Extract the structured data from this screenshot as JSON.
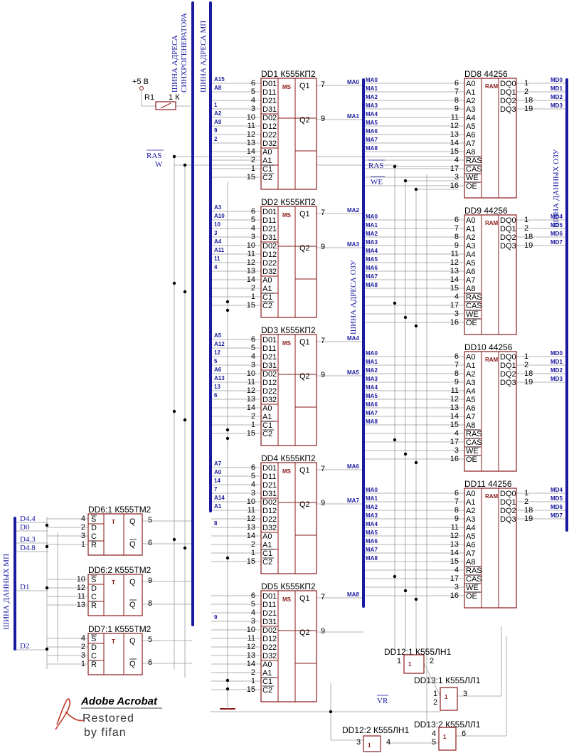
{
  "colors": {
    "bus": "#1a1aa0",
    "chip": "#8b1a1a",
    "wire": "#9a9a9a",
    "text": "#000000",
    "logo": "#c0392b"
  },
  "bus_labels": {
    "sync_gen": [
      "ШИНА АДРЕСА",
      "СИНХРОГЕНЕРАТОРА"
    ],
    "mp_addr": "ШИНА АДРЕСА МП",
    "ram_addr": "ШИНА АДРЕСА ОЗУ",
    "ram_data": "ШИНА ДАННЫХ ОЗУ",
    "mp_data": "ШИНА ДАННЫХ МП"
  },
  "power": {
    "label": "+5 В",
    "resistor": "R1",
    "value": "1 К"
  },
  "signals": {
    "ras": "RAS",
    "w": "W",
    "ras_ram": "RAS",
    "we": "WE",
    "vr": "VR"
  },
  "mux_chips": [
    {
      "ref": "DD1",
      "type": "К555КП2",
      "func": "MS",
      "in_nets": [
        "A15",
        "A8",
        "",
        "1",
        "A2",
        "A9",
        "9",
        "2",
        "",
        "",
        "",
        ""
      ],
      "in_pins": [
        "6",
        "5",
        "4",
        "3",
        "10",
        "11",
        "12",
        "13",
        "14",
        "2",
        "1",
        "15"
      ],
      "in_lbls": [
        "D01",
        "D11",
        "D21",
        "D31",
        "D02",
        "D12",
        "D22",
        "D32",
        "A0",
        "A1",
        "C1",
        "C2"
      ],
      "outs": [
        {
          "lbl": "Q1",
          "pin": "7",
          "net": "MA0"
        },
        {
          "lbl": "Q2",
          "pin": "9",
          "net": "MA1"
        }
      ]
    },
    {
      "ref": "DD2",
      "type": "К555КП2",
      "func": "MS",
      "in_nets": [
        "A3",
        "A10",
        "10",
        "3",
        "A4",
        "A11",
        "11",
        "4",
        "",
        "",
        "",
        ""
      ],
      "in_pins": [
        "6",
        "5",
        "4",
        "3",
        "10",
        "11",
        "12",
        "13",
        "14",
        "2",
        "1",
        "15"
      ],
      "in_lbls": [
        "D01",
        "D11",
        "D21",
        "D31",
        "D02",
        "D12",
        "D22",
        "D32",
        "A0",
        "A1",
        "C1",
        "C2"
      ],
      "outs": [
        {
          "lbl": "Q1",
          "pin": "7",
          "net": "MA2"
        },
        {
          "lbl": "Q2",
          "pin": "9",
          "net": "MA3"
        }
      ]
    },
    {
      "ref": "DD3",
      "type": "К555КП2",
      "func": "MS",
      "in_nets": [
        "A5",
        "A12",
        "12",
        "5",
        "A6",
        "A13",
        "13",
        "6",
        "",
        "",
        "",
        ""
      ],
      "in_pins": [
        "6",
        "5",
        "4",
        "3",
        "10",
        "11",
        "12",
        "13",
        "14",
        "2",
        "1",
        "15"
      ],
      "in_lbls": [
        "D01",
        "D11",
        "D21",
        "D31",
        "D02",
        "D12",
        "D22",
        "D32",
        "A0",
        "A1",
        "C1",
        "C2"
      ],
      "outs": [
        {
          "lbl": "Q1",
          "pin": "7",
          "net": "MA4"
        },
        {
          "lbl": "Q2",
          "pin": "9",
          "net": "MA5"
        }
      ]
    },
    {
      "ref": "DD4",
      "type": "К555КП2",
      "func": "MS",
      "in_nets": [
        "A7",
        "A0",
        "14",
        "7",
        "A14",
        "A1",
        "",
        "8",
        "",
        "",
        "",
        ""
      ],
      "in_pins": [
        "6",
        "5",
        "4",
        "3",
        "10",
        "11",
        "12",
        "13",
        "14",
        "2",
        "1",
        "15"
      ],
      "in_lbls": [
        "D01",
        "D11",
        "D21",
        "D31",
        "D02",
        "D12",
        "D22",
        "D32",
        "A0",
        "A1",
        "C1",
        "C2"
      ],
      "outs": [
        {
          "lbl": "Q1",
          "pin": "7",
          "net": "MA6"
        },
        {
          "lbl": "Q2",
          "pin": "9",
          "net": "MA7"
        }
      ]
    },
    {
      "ref": "DD5",
      "type": "К555КП2",
      "func": "MS",
      "in_nets": [
        "",
        "",
        "",
        "9",
        "",
        "",
        "",
        "",
        "",
        "",
        "",
        ""
      ],
      "in_pins": [
        "6",
        "5",
        "4",
        "3",
        "10",
        "11",
        "12",
        "13",
        "14",
        "2",
        "1",
        "15"
      ],
      "in_lbls": [
        "D01",
        "D11",
        "D21",
        "D31",
        "D02",
        "D12",
        "D22",
        "D32",
        "A0",
        "A1",
        "C1",
        "C2"
      ],
      "outs": [
        {
          "lbl": "Q1",
          "pin": "7",
          "net": "MA8"
        },
        {
          "lbl": "Q2",
          "pin": "9",
          "net": ""
        }
      ]
    }
  ],
  "ram_chips": [
    {
      "ref": "DD8",
      "type": "44256",
      "func": "RAM",
      "in_nets": [
        "MA0",
        "MA1",
        "MA2",
        "MA3",
        "MA4",
        "MA5",
        "MA6",
        "MA7",
        "MA8"
      ],
      "in_pins": [
        "6",
        "7",
        "8",
        "9",
        "11",
        "12",
        "13",
        "14",
        "15",
        "4",
        "17",
        "3",
        "16"
      ],
      "in_lbls": [
        "A0",
        "A1",
        "A2",
        "A3",
        "A4",
        "A5",
        "A6",
        "A7",
        "A8",
        "RAS",
        "CAS",
        "WE",
        "OE"
      ],
      "out_lbls": [
        "DQ0",
        "DQ1",
        "DQ2",
        "DQ3"
      ],
      "out_pins": [
        "1",
        "2",
        "18",
        "19"
      ],
      "out_nets": [
        "MD0",
        "MD1",
        "MD2",
        "MD3"
      ]
    },
    {
      "ref": "DD9",
      "type": "44256",
      "func": "RAM",
      "in_nets": [
        "MA0",
        "MA1",
        "MA2",
        "MA3",
        "MA4",
        "MA5",
        "MA6",
        "MA7",
        "MA8"
      ],
      "in_pins": [
        "6",
        "7",
        "8",
        "9",
        "11",
        "12",
        "13",
        "14",
        "15",
        "4",
        "17",
        "3",
        "16"
      ],
      "in_lbls": [
        "A0",
        "A1",
        "A2",
        "A3",
        "A4",
        "A5",
        "A6",
        "A7",
        "A8",
        "RAS",
        "CAS",
        "WE",
        "OE"
      ],
      "out_lbls": [
        "DQ0",
        "DQ1",
        "DQ2",
        "DQ3"
      ],
      "out_pins": [
        "1",
        "2",
        "18",
        "19"
      ],
      "out_nets": [
        "MD4",
        "MD5",
        "MD6",
        "MD7"
      ]
    },
    {
      "ref": "DD10",
      "type": "44256",
      "func": "RAM",
      "in_nets": [
        "MA0",
        "MA1",
        "MA2",
        "MA3",
        "MA4",
        "MA5",
        "MA6",
        "MA7",
        "MA8"
      ],
      "in_pins": [
        "6",
        "7",
        "8",
        "9",
        "11",
        "12",
        "13",
        "14",
        "15",
        "4",
        "17",
        "3",
        "16"
      ],
      "in_lbls": [
        "A0",
        "A1",
        "A2",
        "A3",
        "A4",
        "A5",
        "A6",
        "A7",
        "A8",
        "RAS",
        "CAS",
        "WE",
        "OE"
      ],
      "out_lbls": [
        "DQ0",
        "DQ1",
        "DQ2",
        "DQ3"
      ],
      "out_pins": [
        "1",
        "2",
        "18",
        "19"
      ],
      "out_nets": [
        "MD0",
        "MD1",
        "MD2",
        "MD3"
      ]
    },
    {
      "ref": "DD11",
      "type": "44256",
      "func": "RAM",
      "in_nets": [
        "MA0",
        "MA1",
        "MA2",
        "MA3",
        "MA4",
        "MA5",
        "MA6",
        "MA7",
        "MA8"
      ],
      "in_pins": [
        "6",
        "7",
        "8",
        "9",
        "11",
        "12",
        "13",
        "14",
        "15",
        "4",
        "17",
        "3",
        "16"
      ],
      "in_lbls": [
        "A0",
        "A1",
        "A2",
        "A3",
        "A4",
        "A5",
        "A6",
        "A7",
        "A8",
        "RAS",
        "CAS",
        "WE",
        "OE"
      ],
      "out_lbls": [
        "DQ0",
        "DQ1",
        "DQ2",
        "DQ3"
      ],
      "out_pins": [
        "1",
        "2",
        "18",
        "19"
      ],
      "out_nets": [
        "MD4",
        "MD5",
        "MD6",
        "MD7"
      ]
    }
  ],
  "ff_chips": [
    {
      "ref": "DD6:1",
      "type": "К555ТМ2",
      "func": "T",
      "in_lbls": [
        "S",
        "D",
        "C",
        "R"
      ],
      "in_pins": [
        "4",
        "2",
        "3",
        "1"
      ],
      "outs": [
        {
          "lbl": "Q",
          "pin": "5"
        },
        {
          "lbl": "Q",
          "pin": "6"
        }
      ]
    },
    {
      "ref": "DD6:2",
      "type": "К555ТМ2",
      "func": "T",
      "in_lbls": [
        "S",
        "D",
        "C",
        "R"
      ],
      "in_pins": [
        "10",
        "12",
        "11",
        "13"
      ],
      "outs": [
        {
          "lbl": "Q",
          "pin": "9"
        },
        {
          "lbl": "Q",
          "pin": "8"
        }
      ]
    },
    {
      "ref": "DD7:1",
      "type": "К555ТМ2",
      "func": "T",
      "in_lbls": [
        "S",
        "D",
        "C",
        "R"
      ],
      "in_pins": [
        "4",
        "2",
        "3",
        "1"
      ],
      "outs": [
        {
          "lbl": "Q",
          "pin": "5"
        },
        {
          "lbl": "Q",
          "pin": "6"
        }
      ]
    }
  ],
  "ff_nets": [
    "D4.4",
    "D0",
    "D4.3",
    "D4.8",
    "D1",
    "D2"
  ],
  "gates": [
    {
      "ref": "DD12:1",
      "type": "К555ЛН1",
      "func": "1",
      "pins": [
        "1",
        "2"
      ]
    },
    {
      "ref": "DD13:1",
      "type": "К555ЛЛ1",
      "func": "1",
      "pins": [
        "1",
        "2",
        "3"
      ]
    },
    {
      "ref": "DD12:2",
      "type": "К555ЛН1",
      "func": "1",
      "pins": [
        "3",
        "4"
      ]
    },
    {
      "ref": "DD13:2",
      "type": "К555ЛЛ1",
      "func": "1",
      "pins": [
        "4",
        "5",
        "6"
      ]
    }
  ],
  "logo": {
    "line1": "Adobe Acrobat",
    "line2": "Restored",
    "line3": "by fifan"
  }
}
